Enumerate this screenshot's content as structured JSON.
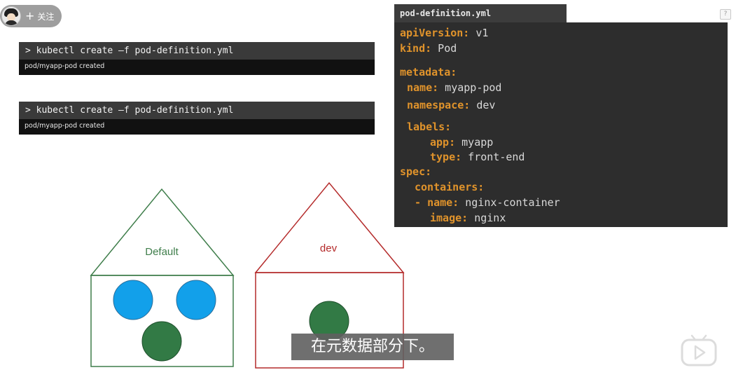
{
  "follow": {
    "label": "关注",
    "plus": "+"
  },
  "terminals": [
    {
      "command": "> kubectl create –f pod-definition.yml",
      "output": "pod/myapp-pod created"
    },
    {
      "command": "> kubectl create –f pod-definition.yml",
      "output": "pod/myapp-pod created"
    }
  ],
  "yaml": {
    "filename": "pod-definition.yml",
    "lines": {
      "api_key": "apiVersion:",
      "api_val": " v1",
      "kind_key": "kind:",
      "kind_val": " Pod",
      "metadata_key": "metadata:",
      "name_key": "name:",
      "name_val": " myapp-pod",
      "namespace_key": "namespace:",
      "namespace_val": " dev",
      "labels_key": "labels:",
      "app_key": "app:",
      "app_val": " myapp",
      "type_key": "type:",
      "type_val": " front-end",
      "spec_key": "spec:",
      "containers_key": "containers:",
      "dash": "- ",
      "cname_key": "name:",
      "cname_val": " nginx-container",
      "image_key": "image:",
      "image_val": " nginx"
    }
  },
  "help_badge": "?",
  "diagram": {
    "default_label": "Default",
    "dev_label": "dev",
    "colors": {
      "default_outline": "#3e7d4a",
      "dev_outline": "#b42a2a",
      "pod_blue": "#12a0ea",
      "pod_green": "#327a45"
    }
  },
  "subtitle": "在元数据部分下。",
  "player_icon": "play-logo-icon"
}
